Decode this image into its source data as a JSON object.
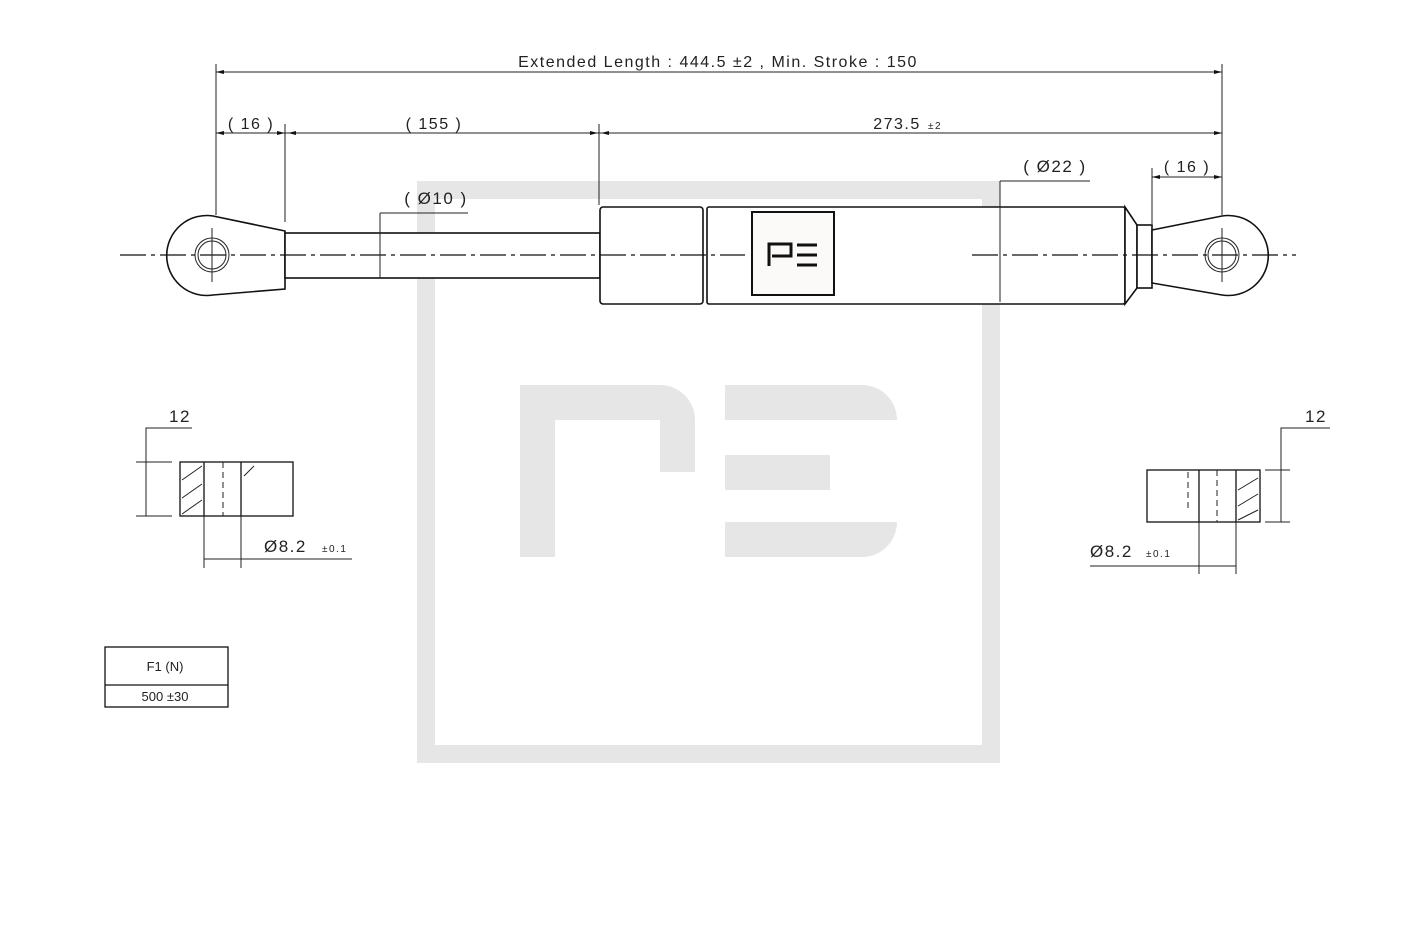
{
  "title": "Gas spring technical drawing",
  "dimensions": {
    "overall": "Extended Length : 444.5 ±2 ,  Min. Stroke : 150",
    "eye_left": "( 16 )",
    "rod_length": "( 155 )",
    "body_length": "273.5",
    "body_length_tol": "±2",
    "rod_diameter": "( Ø10 )",
    "body_diameter": "( Ø22 )",
    "eye_right": "( 16 )"
  },
  "details": {
    "left": {
      "width": "12",
      "bore": "Ø8.2",
      "bore_tol": "±0.1"
    },
    "right": {
      "width": "12",
      "bore": "Ø8.2",
      "bore_tol": "±0.1"
    }
  },
  "force_table": {
    "header": "F1 (N)",
    "value": "500 ±30"
  },
  "logo": {
    "text": "PE"
  },
  "colors": {
    "line": "#111111",
    "watermark": "#e6e6e6"
  }
}
